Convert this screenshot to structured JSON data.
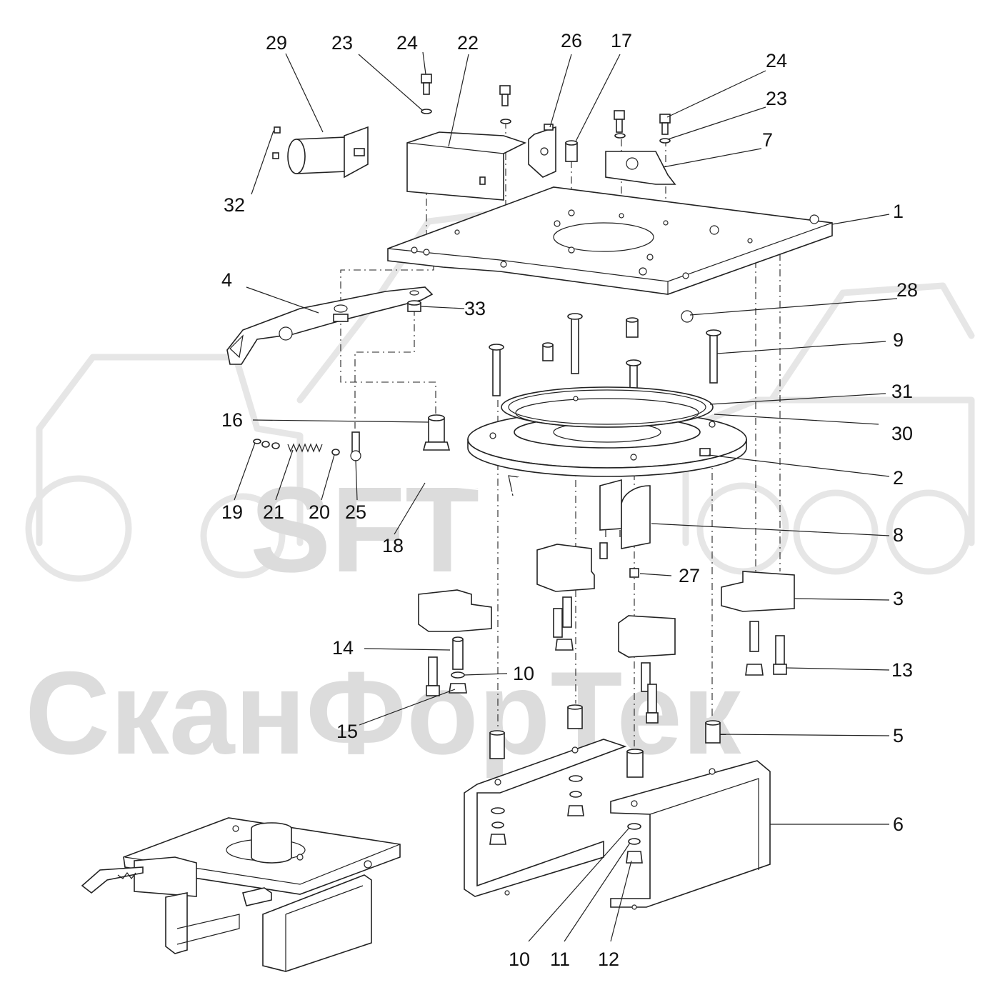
{
  "watermark": {
    "logo_text": "SFT",
    "brand_text": "СканФорТек"
  },
  "callouts": [
    {
      "id": "1",
      "text": "1"
    },
    {
      "id": "2",
      "text": "2"
    },
    {
      "id": "3",
      "text": "3"
    },
    {
      "id": "4",
      "text": "4"
    },
    {
      "id": "5",
      "text": "5"
    },
    {
      "id": "6",
      "text": "6"
    },
    {
      "id": "7",
      "text": "7"
    },
    {
      "id": "8",
      "text": "8"
    },
    {
      "id": "9",
      "text": "9"
    },
    {
      "id": "10a",
      "text": "10"
    },
    {
      "id": "10b",
      "text": "10"
    },
    {
      "id": "11",
      "text": "11"
    },
    {
      "id": "12",
      "text": "12"
    },
    {
      "id": "13",
      "text": "13"
    },
    {
      "id": "14",
      "text": "14"
    },
    {
      "id": "15",
      "text": "15"
    },
    {
      "id": "16",
      "text": "16"
    },
    {
      "id": "17",
      "text": "17"
    },
    {
      "id": "18",
      "text": "18"
    },
    {
      "id": "19",
      "text": "19"
    },
    {
      "id": "20",
      "text": "20"
    },
    {
      "id": "21",
      "text": "21"
    },
    {
      "id": "22",
      "text": "22"
    },
    {
      "id": "23a",
      "text": "23"
    },
    {
      "id": "23b",
      "text": "23"
    },
    {
      "id": "24a",
      "text": "24"
    },
    {
      "id": "24b",
      "text": "24"
    },
    {
      "id": "25",
      "text": "25"
    },
    {
      "id": "26",
      "text": "26"
    },
    {
      "id": "27",
      "text": "27"
    },
    {
      "id": "28",
      "text": "28"
    },
    {
      "id": "29",
      "text": "29"
    },
    {
      "id": "30",
      "text": "30"
    },
    {
      "id": "31",
      "text": "31"
    },
    {
      "id": "32",
      "text": "32"
    },
    {
      "id": "33",
      "text": "33"
    }
  ]
}
